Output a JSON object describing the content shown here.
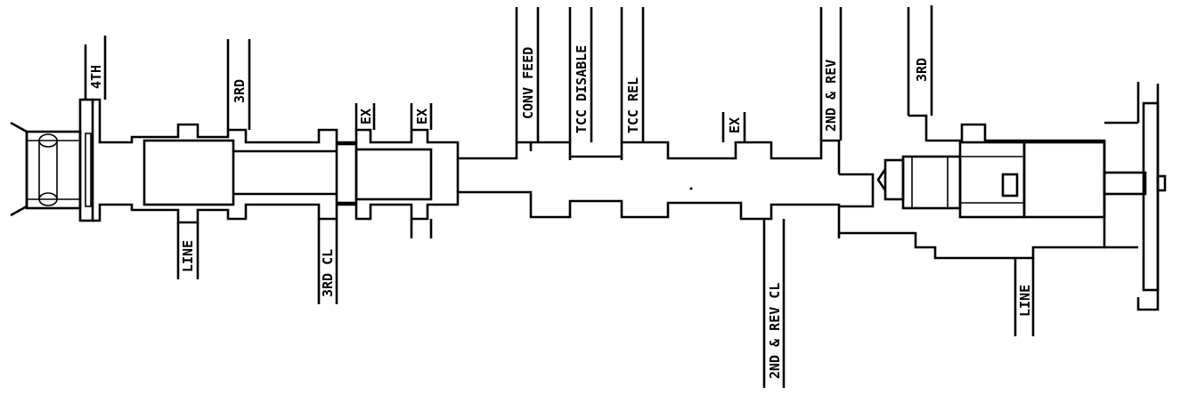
{
  "diagram": {
    "labels": {
      "fourth": "4TH",
      "third_top_left": "3RD",
      "ex_1": "EX",
      "ex_2": "EX",
      "conv_feed": "CONV FEED",
      "tcc_disable": "TCC DISABLE",
      "tcc_rel": "TCC REL",
      "ex_3": "EX",
      "second_rev": "2ND & REV",
      "third_top_right": "3RD",
      "line_left": "LINE",
      "third_cl": "3RD CL",
      "second_rev_cl": "2ND & REV CL",
      "line_right": "LINE"
    }
  }
}
